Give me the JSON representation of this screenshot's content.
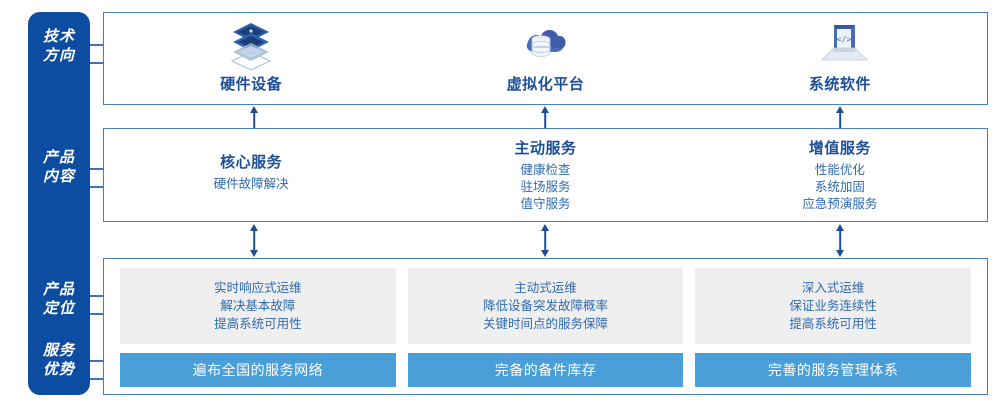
{
  "colors": {
    "rail_bg": "#0d4da1",
    "panel_border": "#4a7ebb",
    "accent_blue": "#1d4f96",
    "sub_blue": "#2e6bb0",
    "gray_card": "#efefef",
    "blue_bar": "#4a9fd8",
    "arrow": "#1f4e96"
  },
  "rail": {
    "labels": [
      {
        "name": "tech-direction",
        "line1": "技术",
        "line2": "方向"
      },
      {
        "name": "product-content",
        "line1": "产品",
        "line2": "内容"
      },
      {
        "name": "product-position",
        "line1": "产品",
        "line2": "定位"
      },
      {
        "name": "service-advantage",
        "line1": "服务",
        "line2": "优势"
      }
    ]
  },
  "tech": {
    "items": [
      {
        "icon": "server-stack-icon",
        "label": "硬件设备"
      },
      {
        "icon": "cloud-database-icon",
        "label": "虚拟化平台"
      },
      {
        "icon": "laptop-code-icon",
        "label": "系统软件"
      }
    ]
  },
  "content": {
    "items": [
      {
        "title": "核心服务",
        "lines": [
          "硬件故障解决"
        ]
      },
      {
        "title": "主动服务",
        "lines": [
          "健康检查",
          "驻场服务",
          "值守服务"
        ]
      },
      {
        "title": "增值服务",
        "lines": [
          "性能优化",
          "系统加固",
          "应急预演服务"
        ]
      }
    ]
  },
  "bottom": {
    "columns": [
      {
        "position_lines": [
          "实时响应式运维",
          "解决基本故障",
          "提高系统可用性"
        ],
        "advantage": "遍布全国的服务网络"
      },
      {
        "position_lines": [
          "主动式运维",
          "降低设备突发故障概率",
          "关键时间点的服务保障"
        ],
        "advantage": "完备的备件库存"
      },
      {
        "position_lines": [
          "深入式运维",
          "保证业务连续性",
          "提高系统可用性"
        ],
        "advantage": "完善的服务管理体系"
      }
    ]
  }
}
